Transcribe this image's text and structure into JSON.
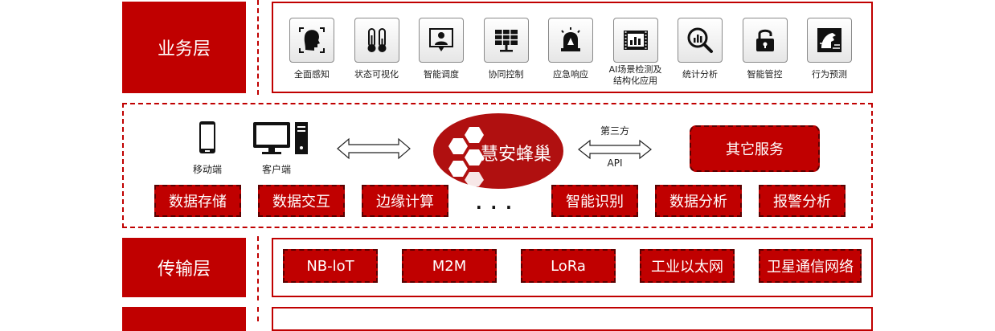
{
  "layers": {
    "business": "业务层",
    "transport": "传输层"
  },
  "business_icons": [
    {
      "label": "全面感知",
      "icon": "face-scan-icon"
    },
    {
      "label": "状态可视化",
      "icon": "thermometer-icon"
    },
    {
      "label": "智能调度",
      "icon": "dispatcher-icon"
    },
    {
      "label": "协同控制",
      "icon": "solar-panel-icon"
    },
    {
      "label": "应急响应",
      "icon": "alarm-light-icon"
    },
    {
      "label": "AI场景检测及结构化应用",
      "label_lines": [
        "AI场景检测及",
        "结构化应用"
      ],
      "icon": "film-icon"
    },
    {
      "label": "统计分析",
      "icon": "magnifier-chart-icon"
    },
    {
      "label": "智能管控",
      "icon": "padlock-icon"
    },
    {
      "label": "行为预测",
      "icon": "prediction-icon"
    }
  ],
  "platform": {
    "mobile": "移动端",
    "client": "客户端",
    "core": "慧安蜂巢",
    "third_party": "第三方",
    "api": "API",
    "other_services": "其它服务",
    "ellipsis": "· · ·",
    "functions_left": [
      "数据存储",
      "数据交互",
      "边缘计算"
    ],
    "functions_right": [
      "智能识别",
      "数据分析",
      "报警分析"
    ]
  },
  "transport_items": [
    "NB-loT",
    "M2M",
    "LoRa",
    "工业以太网",
    "卫星通信网络"
  ],
  "colors": {
    "accent": "#c00000",
    "dark_accent": "#8b1a1a"
  }
}
